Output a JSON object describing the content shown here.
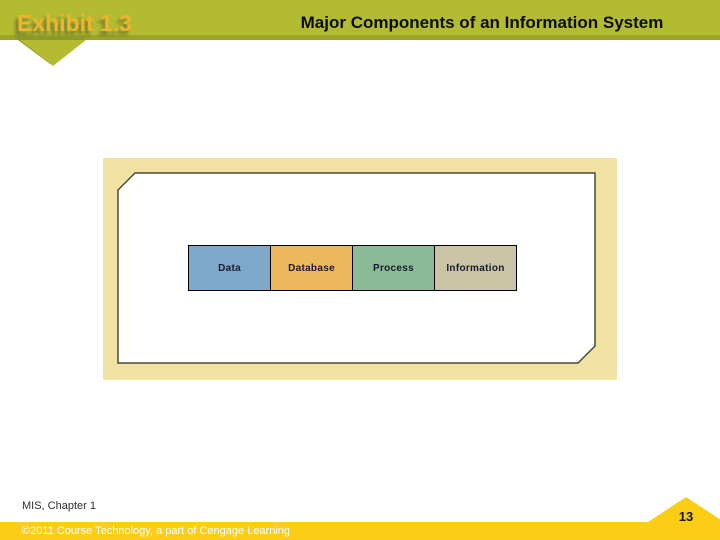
{
  "header": {
    "exhibit_label": "Exhibit 1.3",
    "title": "Major Components of an Information System"
  },
  "diagram": {
    "description": "Information system components flow",
    "boxes": [
      {
        "label": "Data",
        "color": "#7fa9cb"
      },
      {
        "label": "Database",
        "color": "#ecb85e"
      },
      {
        "label": "Process",
        "color": "#8bba96"
      },
      {
        "label": "Information",
        "color": "#cac4a6"
      }
    ]
  },
  "footer": {
    "chapter": "MIS, Chapter 1",
    "copyright": "©2011 Course Technology, a part of Cengage Learning",
    "page_number": "13"
  },
  "colors": {
    "header_green": "#b3bc31",
    "header_green_dark": "#9aa42a",
    "arrow_shadow": "#8e982a",
    "accent_gold": "#efb42d",
    "panel_cream": "#f2e3a4",
    "frame_border": "#4a4a33",
    "bar_yellow": "#fbce15",
    "box_text": "#1a1a30"
  }
}
